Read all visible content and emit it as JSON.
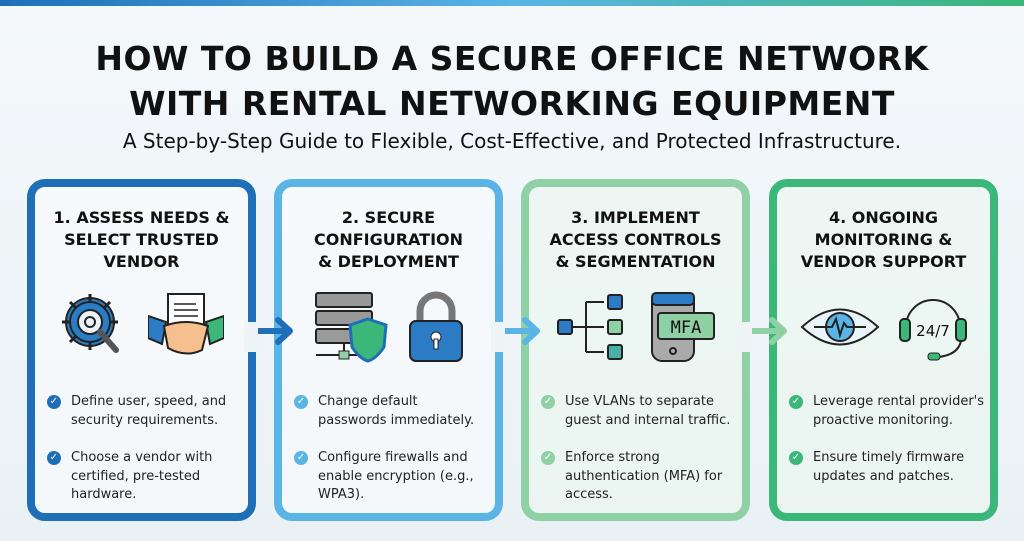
{
  "title_line1": "HOW TO BUILD A SECURE OFFICE NETWORK",
  "title_line2": "WITH RENTAL NETWORKING EQUIPMENT",
  "subtitle": "A Step-by-Step Guide to Flexible, Cost-Effective, and Protected Infrastructure.",
  "colors": {
    "step1": "#1e6fb8",
    "step2": "#5ab4e6",
    "step3": "#8fd1a5",
    "step4": "#3bb77a"
  },
  "steps": [
    {
      "title": [
        "1. ASSESS NEEDS &",
        "SELECT TRUSTED",
        "VENDOR"
      ],
      "icons": [
        "gear-search-icon",
        "handshake-icon"
      ],
      "bullets": [
        "Define user, speed, and security requirements.",
        "Choose a vendor with certified, pre-tested hardware."
      ]
    },
    {
      "title": [
        "2. SECURE",
        "CONFIGURATION",
        "& DEPLOYMENT"
      ],
      "icons": [
        "server-shield-icon",
        "padlock-icon"
      ],
      "bullets": [
        "Change default passwords immediately.",
        "Configure firewalls and enable encryption (e.g., WPA3)."
      ]
    },
    {
      "title": [
        "3. IMPLEMENT",
        "ACCESS CONTROLS",
        "& SEGMENTATION"
      ],
      "icons": [
        "network-segmentation-icon",
        "mfa-phone-icon"
      ],
      "icon_text": "MFA",
      "bullets": [
        "Use VLANs to separate guest and internal traffic.",
        "Enforce strong authentication (MFA) for access."
      ]
    },
    {
      "title": [
        "4. ONGOING",
        "MONITORING &",
        "VENDOR SUPPORT"
      ],
      "icons": [
        "eye-monitor-icon",
        "headset-icon"
      ],
      "icon_text": "24/7",
      "bullets": [
        "Leverage rental provider's proactive monitoring.",
        "Ensure timely firmware updates and patches."
      ]
    }
  ]
}
